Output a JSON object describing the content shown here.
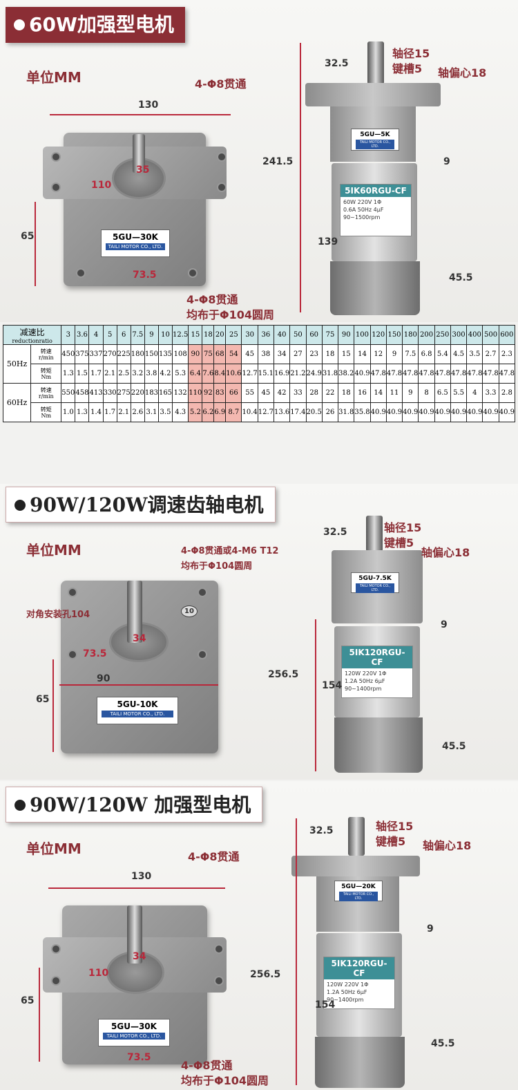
{
  "section1": {
    "title": "60W加强型电机",
    "unit": "单位MM",
    "front": {
      "width": "130",
      "hole_note": "4-Φ8贯通",
      "boss_dia": "35",
      "inner": "110",
      "height": "65",
      "bottom": "73.5",
      "bottom_note1": "4-Φ8贯通",
      "bottom_note2": "均布于Φ104圆周",
      "plate_model": "5GU—30K",
      "plate_maker": "TAILI MOTOR CO., LTD."
    },
    "side": {
      "shaft_len": "32.5",
      "shaft_dia": "轴径15",
      "keyway": "键槽5",
      "offset": "轴偏心18",
      "total": "241.5",
      "body": "139",
      "gap": "9",
      "fan": "45.5",
      "gear_label": "5GU—5K",
      "gear_maker": "TAILI MOTOR CO., LTD.",
      "motor_model": "5IK60RGU-CF",
      "spec1": "60W   220V   1Φ",
      "spec2": "0.6A   50Hz   4μF",
      "spec3": "90~1500rpm"
    }
  },
  "table": {
    "header_cn": "减速比",
    "header_en": "reductionratio",
    "ratios": [
      "3",
      "3.6",
      "4",
      "5",
      "6",
      "7.5",
      "9",
      "10",
      "12.5",
      "15",
      "18",
      "20",
      "25",
      "30",
      "36",
      "40",
      "50",
      "60",
      "75",
      "90",
      "100",
      "120",
      "150",
      "180",
      "200",
      "250",
      "300",
      "400",
      "500",
      "600"
    ],
    "highlight_cols": [
      9,
      10,
      11,
      12
    ],
    "rows": [
      {
        "freq": "50Hz",
        "label": "转速",
        "unit": "r/min",
        "values": [
          "450",
          "375",
          "337",
          "270",
          "225",
          "180",
          "150",
          "135",
          "108",
          "90",
          "75",
          "68",
          "54",
          "45",
          "38",
          "34",
          "27",
          "23",
          "18",
          "15",
          "14",
          "12",
          "9",
          "7.5",
          "6.8",
          "5.4",
          "4.5",
          "3.5",
          "2.7",
          "2.3"
        ]
      },
      {
        "freq": "",
        "label": "转矩",
        "unit": "Nm",
        "values": [
          "1.3",
          "1.5",
          "1.7",
          "2.1",
          "2.5",
          "3.2",
          "3.8",
          "4.2",
          "5.3",
          "6.4",
          "7.6",
          "8.4",
          "10.6",
          "12.7",
          "15.1",
          "16.9",
          "21.2",
          "24.9",
          "31.8",
          "38.2",
          "40.9",
          "47.8",
          "47.8",
          "47.8",
          "47.8",
          "47.8",
          "47.8",
          "47.8",
          "47.8",
          "47.8"
        ]
      },
      {
        "freq": "60Hz",
        "label": "转速",
        "unit": "r/min",
        "values": [
          "550",
          "458",
          "413",
          "330",
          "275",
          "220",
          "183",
          "165",
          "132",
          "110",
          "92",
          "83",
          "66",
          "55",
          "45",
          "42",
          "33",
          "28",
          "22",
          "18",
          "16",
          "14",
          "11",
          "9",
          "8",
          "6.5",
          "5.5",
          "4",
          "3.3",
          "2.8"
        ]
      },
      {
        "freq": "",
        "label": "转矩",
        "unit": "Nm",
        "values": [
          "1.0",
          "1.3",
          "1.4",
          "1.7",
          "2.1",
          "2.6",
          "3.1",
          "3.5",
          "4.3",
          "5.2",
          "6.2",
          "6.9",
          "8.7",
          "10.4",
          "12.7",
          "13.6",
          "17.4",
          "20.5",
          "26",
          "31.8",
          "35.8",
          "40.9",
          "40.9",
          "40.9",
          "40.9",
          "40.9",
          "40.9",
          "40.9",
          "40.9",
          "40.9"
        ]
      }
    ]
  },
  "section2": {
    "title": "90W/120W调速齿轴电机",
    "unit": "单位MM",
    "front": {
      "hole_note": "4-Φ8贯通或4-M6 T12",
      "hole_note2": "均布于Φ104圆周",
      "diag": "对角安装孔104",
      "boss_dia": "34",
      "bottom": "73.5",
      "width": "90",
      "height": "65",
      "plate_model": "5GU-10K",
      "plate_maker": "TAILI MOTOR CO., LTD.",
      "ratio_mark": "10"
    },
    "side": {
      "shaft_len": "32.5",
      "shaft_dia": "轴径15",
      "keyway": "键槽5",
      "offset": "轴偏心18",
      "total": "256.5",
      "body": "154",
      "gap": "9",
      "fan": "45.5",
      "gear_label": "5GU-7.5K",
      "gear_maker": "TAILI MOTOR CO., LTD.",
      "motor_model": "5IK120RGU-CF",
      "spec1": "120W   220V   1Φ",
      "spec2": "1.2A   50Hz   6μF",
      "spec3": "90~1400rpm"
    }
  },
  "section3": {
    "title": "90W/120W 加强型电机",
    "unit": "单位MM",
    "front": {
      "width": "130",
      "hole_note": "4-Φ8贯通",
      "boss_dia": "34",
      "inner": "110",
      "height": "65",
      "bottom": "73.5",
      "bottom_note1": "4-Φ8贯通",
      "bottom_note2": "均布于Φ104圆周",
      "plate_model": "5GU—30K",
      "plate_maker": "TAILI MOTOR CO., LTD."
    },
    "side": {
      "shaft_len": "32.5",
      "shaft_dia": "轴径15",
      "keyway": "键槽5",
      "offset": "轴偏心18",
      "total": "256.5",
      "body": "154",
      "gap": "9",
      "fan": "45.5",
      "gear_label": "5GU—20K",
      "gear_maker": "TAILI MOTOR CO., LTD.",
      "motor_model": "5IK120RGU-CF",
      "spec1": "120W   220V   1Φ",
      "spec2": "1.2A   50Hz   6μF",
      "spec3": "90~1400rpm"
    }
  }
}
